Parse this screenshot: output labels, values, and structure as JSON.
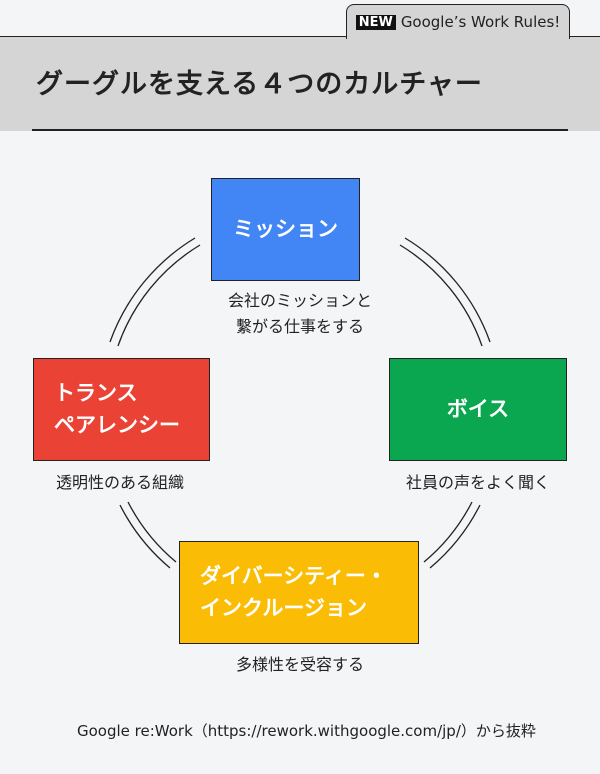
{
  "header": {
    "tab_badge": "NEW",
    "tab_title": "Google’s Work Rules!",
    "title": "グーグルを支える４つのカルチャー"
  },
  "nodes": [
    {
      "label": "ミッション",
      "caption": [
        "会社のミッションと",
        "繫がる仕事をする"
      ],
      "color": "#4285f4"
    },
    {
      "label": [
        "トランス",
        "ペアレンシー"
      ],
      "caption": [
        "透明性のある組織"
      ],
      "color": "#ea4335"
    },
    {
      "label": "ボイス",
      "caption": [
        "社員の声をよく聞く"
      ],
      "color": "#0aa650"
    },
    {
      "label": [
        "ダイバーシティー・",
        "インクルージョン"
      ],
      "caption": [
        "多様性を受容する"
      ],
      "color": "#fbbc05"
    }
  ],
  "source": "Google re:Work（https://rework.withgoogle.com/jp/）から抜粋"
}
